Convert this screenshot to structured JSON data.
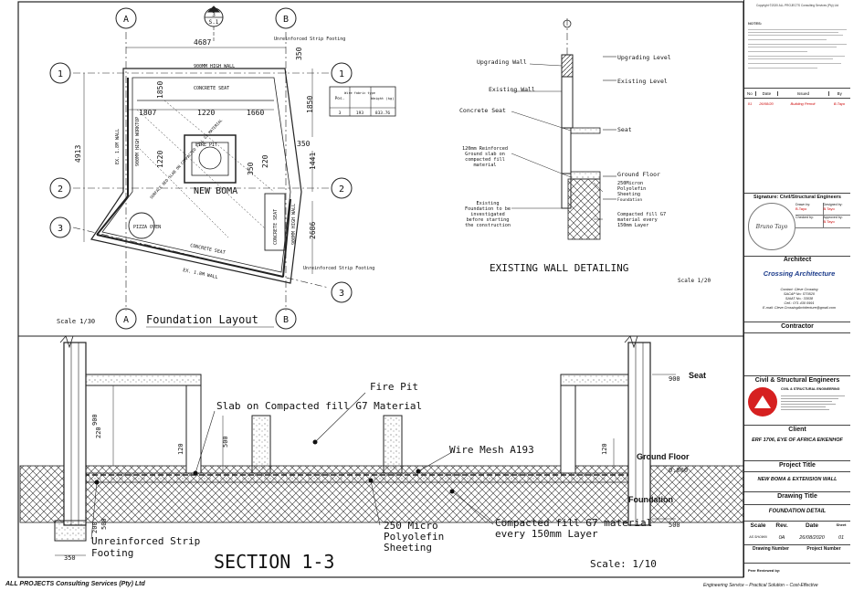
{
  "drawing": {
    "plan": {
      "title": "Foundation Layout",
      "scale": "Scale 1/30",
      "grid": {
        "A": "A",
        "B": "B",
        "r1": "1",
        "r2": "2",
        "r3": "3",
        "sec_num": "3",
        "sec_sheet": "S.1"
      },
      "dims": {
        "d4687": "4687",
        "d350t": "350",
        "d1850l": "1850",
        "d1850r": "1850",
        "d1807": "1807",
        "d1220a": "1220",
        "d1660": "1660",
        "d350r": "350",
        "d4913": "4913",
        "d1441": "1441",
        "d1220v": "1220",
        "d350v": "350",
        "d220": "220",
        "d2686": "2686"
      },
      "labels": {
        "unreinf_top": "Unreinforced Strip Footing",
        "unreinf_bot": "Unreinforced Strip Footing",
        "wall_top": "900MM HIGH WALL",
        "concrete_seat_top": "CONCRETE SEAT",
        "ex_wall_left": "EX. 1.8M WALL",
        "worktop": "900MM HIGH WORKTOP",
        "fire_pit": "FIRE PIT",
        "slab_note": "SURFACE BED SLAB ON COMPACTED FILL G7 MATERIAL",
        "new_boma": "NEW BOMA",
        "pizza_oven": "PIZZA OVEN",
        "concrete_seat_right": "CONCRETE SEAT",
        "wall_right": "900MM HIGH WALL",
        "concrete_seat_bottom": "CONCRETE SEAT",
        "ex_wall_bottom": "EX. 1.8M WALL"
      },
      "schedule": {
        "h_pos": "Pos.",
        "h_type": "Wire fabric type",
        "h_weight": "Weight (kg)",
        "pos": "3",
        "type": "193",
        "weight": "833.76"
      }
    },
    "detail": {
      "title": "EXISTING WALL DETAILING",
      "scale": "Scale 1/20",
      "labels": {
        "upgrading_wall": "Upgrading Wall",
        "existing_wall": "Existing Wall",
        "concrete_seat": "Concrete Seat",
        "slab": "120mm Reinforced Ground slab on compacted fill material",
        "existing_foundation": "Existing Foundation to be investigated before starting the construction",
        "upgrading_level": "Upgrading Level",
        "existing_level": "Existing Level",
        "seat": "Seat",
        "ground_floor": "Ground Floor",
        "foundation": "Foundation",
        "polyolefin": "250Micron Polyolefin Sheeting",
        "g7": "Compacted fill G7 material every 150mm Layer"
      }
    },
    "section": {
      "title": "SECTION 1-3",
      "scale": "Scale: 1/10",
      "labels": {
        "fire_pit": "Fire Pit",
        "slab": "Slab on Compacted fill G7 Material",
        "wire_mesh": "Wire Mesh A193",
        "strip": "Unreinforced Strip Footing",
        "poly": "250 Micro Polyolefin Sheeting",
        "g7": "Compacted fill G7 material every 150mm Layer",
        "seat": "Seat",
        "ground_floor": "Ground Floor",
        "foundation": "Foundation",
        "ffl_900": "900",
        "ffl_0": "0.000",
        "ffl_500": "500"
      },
      "dims": {
        "d900": "900",
        "d220": "220",
        "d120a": "120",
        "d500a": "500",
        "d120b": "120",
        "d200": "200",
        "d500b": "500",
        "d350": "350"
      }
    }
  },
  "titleblock": {
    "copyright": "Copyright ©2020 ALL PROJECTS Consulting Services (Pty) Ltd",
    "notes_head": "NOTES:",
    "rev_head": {
      "no": "No",
      "date": "Date",
      "issued": "Issued",
      "by": "By"
    },
    "revisions": [
      {
        "no": "01",
        "date": "26/08/20",
        "issued": "Building Permit",
        "by": "B.Tayo"
      }
    ],
    "signature_head": "Signature: Civil/Structural Engineers",
    "stamp_text": "Bruno Tayo",
    "sig_rows": [
      {
        "k": "Drawn by:",
        "v": "B.Tayo",
        "k2": "Designed by:",
        "v2": "B.Tayo"
      },
      {
        "k": "Checked by:",
        "v": "",
        "k2": "Approved by:",
        "v2": "B.Tayo"
      }
    ],
    "architect_head": "Architect",
    "architect_name": "Crossing Architecture",
    "architect_lines": [
      "Contact: Cleve Crossing",
      "SACAP No: ST0520",
      "SAIAT No.: 33038",
      "Cell.: 071 430 0991",
      "E-mail: Cleve.CrossingArchitecture@gmail.com"
    ],
    "contractor_head": "Contractor",
    "engineers_head": "Civil & Structural Engineers",
    "engineers_name": "CIVIL & STRUCTURAL ENGINEERING",
    "client_head": "Client",
    "client_name": "ERF 1706, EYE OF AFRICA EIKENHOF",
    "project_head": "Project Title",
    "project_name": "NEW BOMA & EXTENSION WALL",
    "drawing_head": "Drawing Title",
    "drawing_name": "FOUNDATION DETAIL",
    "meta_head": {
      "scale": "Scale",
      "rev": "Rev.",
      "date": "Date",
      "sheet": "Sheet"
    },
    "meta": {
      "scale": "AS SHOWN",
      "rev": "0A",
      "date": "26/08/2020",
      "sheet": "01"
    },
    "dwg_no": "Drawing Number",
    "proj_no": "Project Number",
    "peer": "Peer Reviewed by:"
  },
  "footer": {
    "company": "ALL PROJECTS Consulting Services (Pty) Ltd",
    "tagline": "Engineering Service – Practical Solution – Cost-Effective"
  }
}
